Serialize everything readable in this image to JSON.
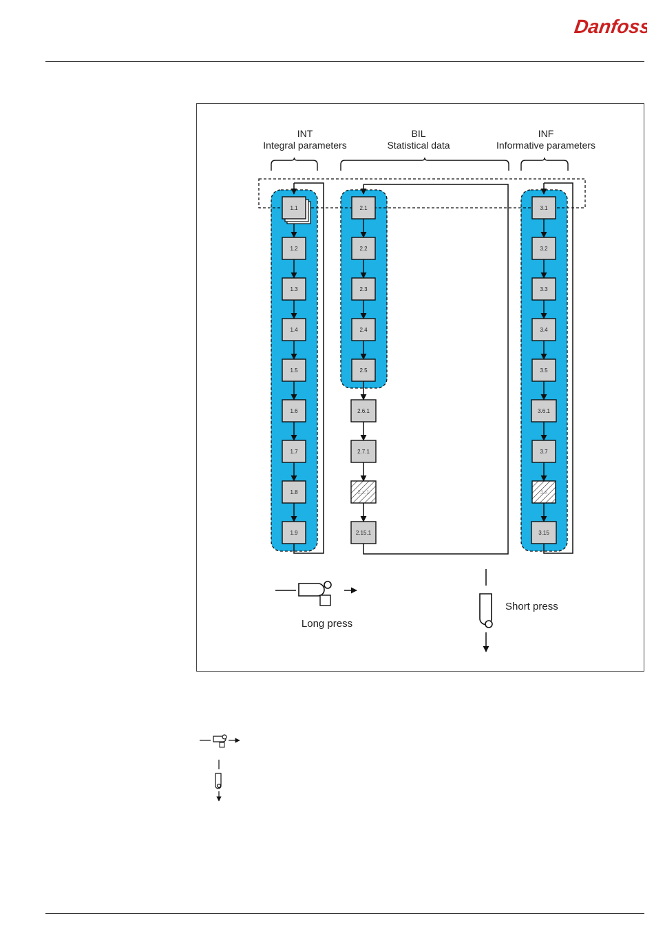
{
  "brand": {
    "logo_text": "Danfoss",
    "color": "#cc1f1f"
  },
  "diagram": {
    "groups": [
      {
        "code": "INT",
        "title": "Integral parameters",
        "items": [
          "1.1",
          "1.2",
          "1.3",
          "1.4",
          "1.5",
          "1.6",
          "1.7",
          "1.8",
          "1.9"
        ]
      },
      {
        "code": "BIL",
        "title": "Statistical data",
        "items": [
          "2.1",
          "2.2",
          "2.3",
          "2.4",
          "2.5",
          "2.6.1",
          "2.7.1",
          "2.x.1",
          "2.15.1"
        ]
      },
      {
        "code": "INF",
        "title": "Informative parameters",
        "items": [
          "3.1",
          "3.2",
          "3.3",
          "3.4",
          "3.5",
          "3.6.1",
          "3.7",
          "3.x",
          "3.15"
        ]
      }
    ],
    "long_press_label": "Long press",
    "short_press_label": "Short press",
    "colors": {
      "highlight": "#1db1e5",
      "box": "#cfcfcf",
      "line": "#111111"
    }
  },
  "icons": {
    "long_press": "long-press-hand-icon",
    "short_press": "short-press-hand-icon"
  }
}
